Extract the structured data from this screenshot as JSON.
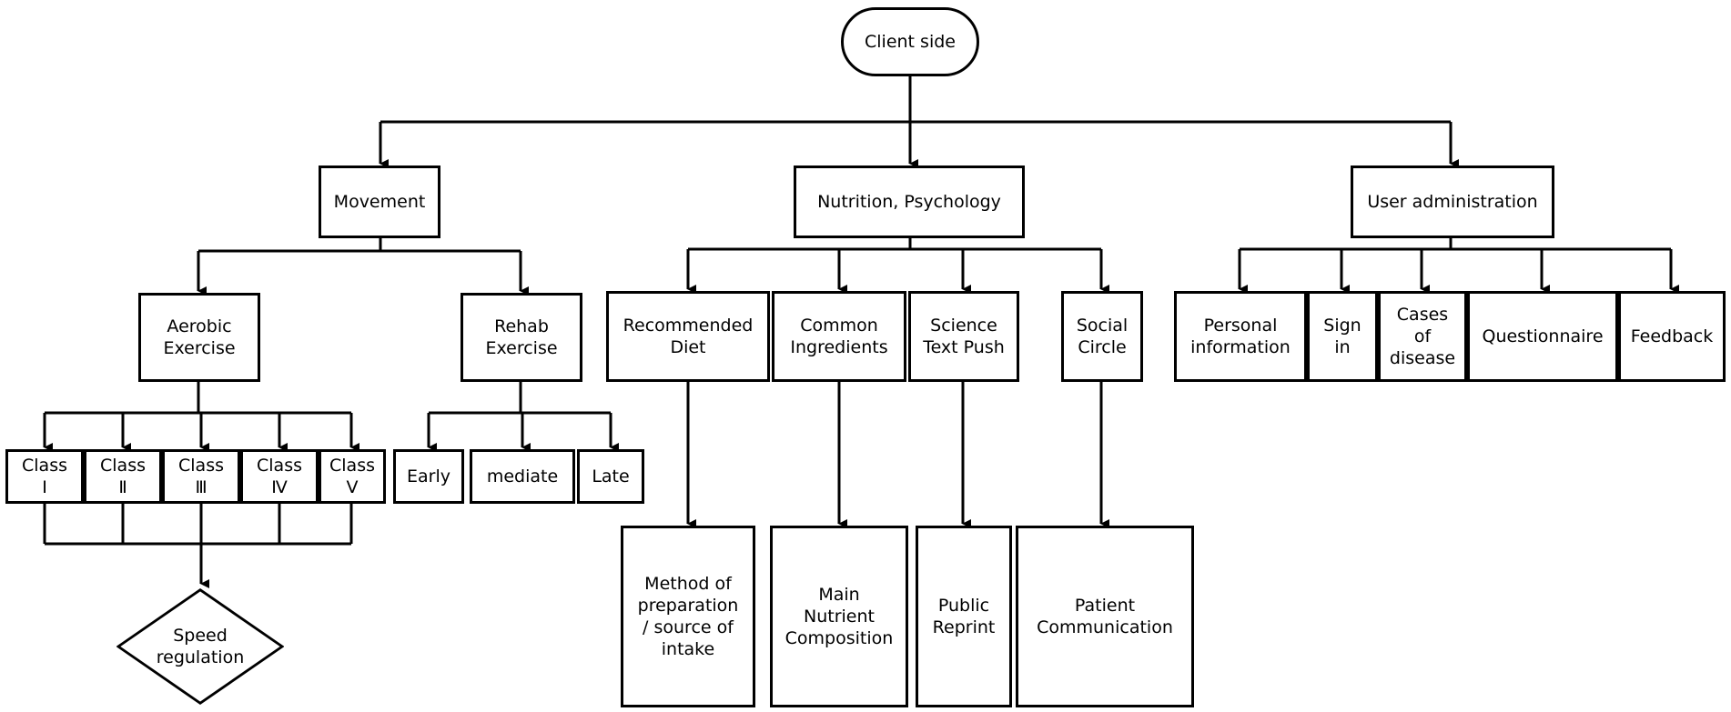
{
  "root": "Client side",
  "branches": {
    "movement": "Movement",
    "nutrition": "Nutrition, Psychology",
    "user_admin": "User administration"
  },
  "movement": {
    "aerobic": "Aerobic\nExercise",
    "rehab": "Rehab\nExercise",
    "classes": [
      "Class\nⅠ",
      "Class\nⅡ",
      "Class\nⅢ",
      "Class\nⅣ",
      "Class\nⅤ"
    ],
    "stages": [
      "Early",
      "mediate",
      "Late"
    ],
    "speed_regulation": "Speed\nregulation"
  },
  "nutrition": {
    "items": [
      "Recommended\nDiet",
      "Common\nIngredients",
      "Science\nText Push",
      "Social\nCircle"
    ],
    "details": [
      "Method of\npreparation\n/ source of\nintake",
      "Main\nNutrient\nComposition",
      "Public\nReprint",
      "Patient\nCommunication"
    ]
  },
  "user_admin": {
    "items": [
      "Personal\ninformation",
      "Sign\nin",
      "Cases\nof\ndisease",
      "Questionnaire",
      "Feedback"
    ]
  }
}
